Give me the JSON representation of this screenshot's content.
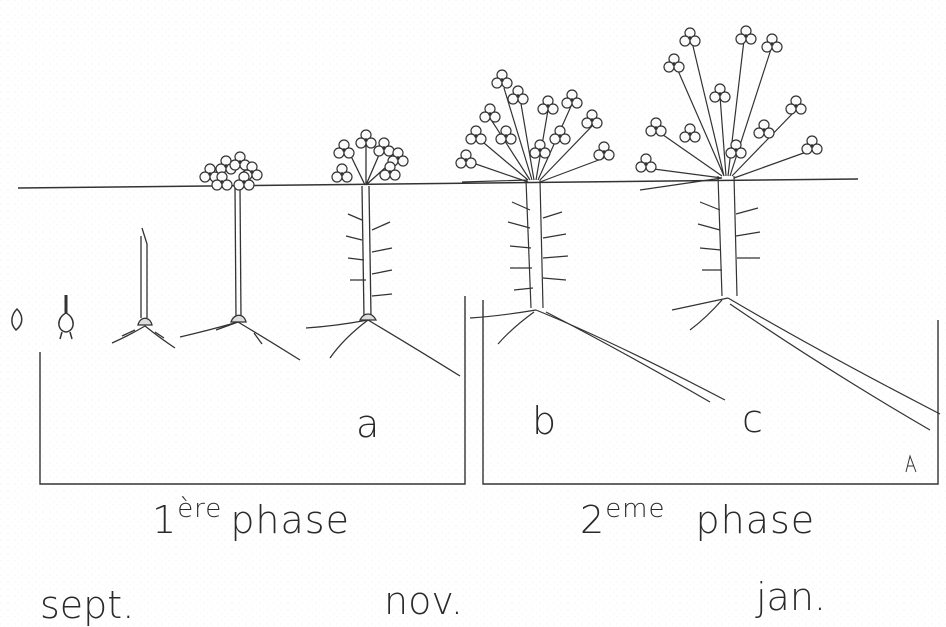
{
  "stages": {
    "a": "a",
    "b": "b",
    "c": "c"
  },
  "phase1": {
    "num": "1",
    "sup": "ère",
    "word": "phase"
  },
  "phase2": {
    "num": "2",
    "sup": "eme",
    "word": "phase"
  },
  "months": {
    "sept": "sept.",
    "nov": "nov.",
    "jan": "jan."
  }
}
